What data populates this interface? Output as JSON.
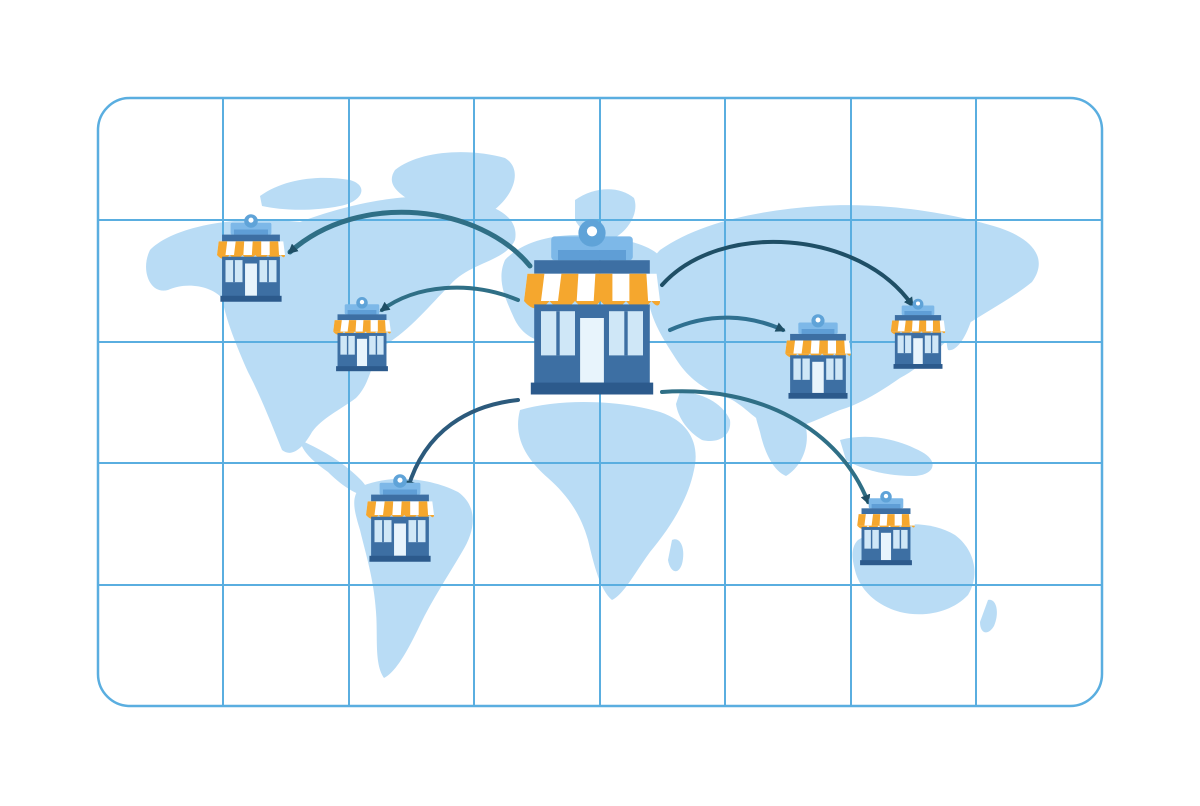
{
  "figure": {
    "subject": "franchise-expansion-world-map",
    "colors": {
      "background": "#ffffff",
      "grid": "#5aaee0",
      "land": "#b9dcf5",
      "arrow": "#2f6f86",
      "arrow_dark": "#1f4f66",
      "awning_orange": "#f5a72e",
      "awning_white": "#ffffff",
      "store_body": "#3d6fa3",
      "store_dark": "#2c5a8c",
      "window": "#cfe7f7",
      "pin": "#5fa3d8"
    },
    "grid": {
      "columns": 8,
      "rows": 5
    },
    "hub": {
      "name": "main-store",
      "region": "europe"
    },
    "branches": [
      {
        "name": "branch-store-north-america-west",
        "region": "north-america"
      },
      {
        "name": "branch-store-north-america-east",
        "region": "north-america"
      },
      {
        "name": "branch-store-south-america",
        "region": "south-america"
      },
      {
        "name": "branch-store-central-asia",
        "region": "asia"
      },
      {
        "name": "branch-store-east-asia",
        "region": "asia"
      },
      {
        "name": "branch-store-australia",
        "region": "oceania"
      }
    ]
  }
}
